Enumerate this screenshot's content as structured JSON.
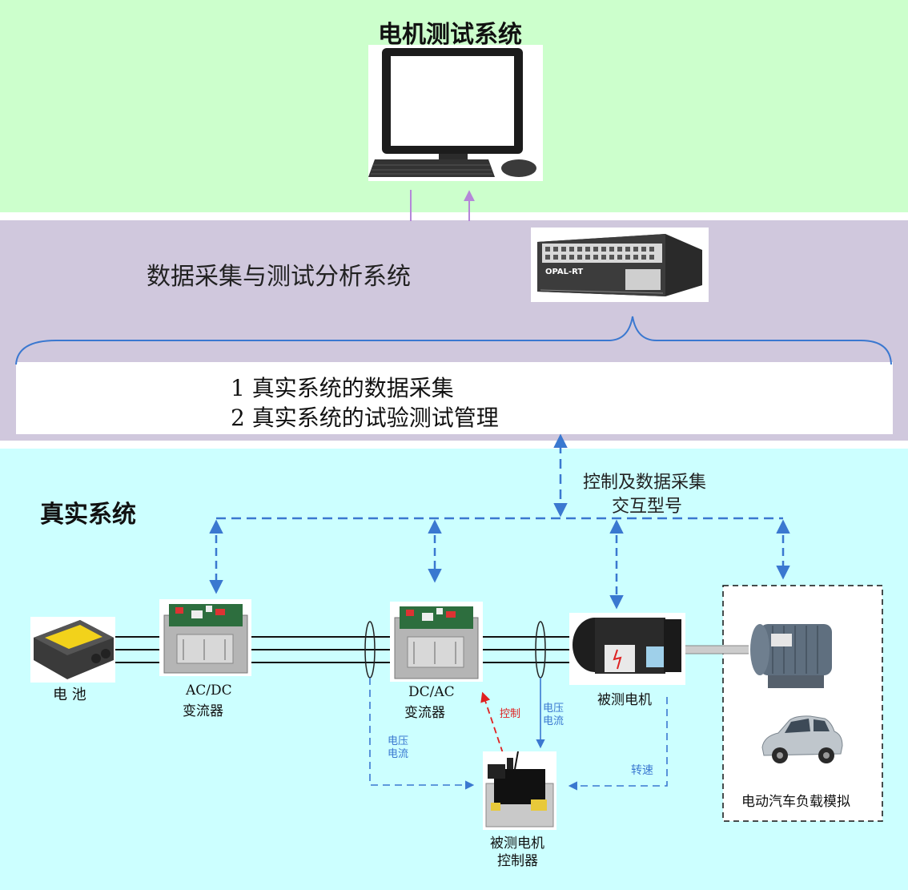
{
  "top": {
    "title": "电机测试系统",
    "color": "#ccffcc"
  },
  "middle": {
    "title": "数据采集与测试分析系统",
    "color": "#d0c8dd",
    "device_text": "OPAL-RT",
    "features": [
      "1  真实系统的数据采集",
      "2  真实系统的试验测试管理"
    ]
  },
  "bottom": {
    "title": "真实系统",
    "color": "#ccffff",
    "bus_label_line1": "控制及数据采集",
    "bus_label_line2": "交互型号",
    "components": {
      "battery": "电 池",
      "acdc_line1": "AC/DC",
      "acdc_line2": "变流器",
      "dcac_line1": "DC/AC",
      "dcac_line2": "变流器",
      "motor": "被测电机",
      "controller_line1": "被测电机",
      "controller_line2": "控制器",
      "load": "电动汽车负载模拟"
    },
    "signals": {
      "control": "控制",
      "vi_left_line1": "电压",
      "vi_left_line2": "电流",
      "vi_right_line1": "电压",
      "vi_right_line2": "电流",
      "speed": "转速"
    }
  },
  "colors": {
    "bus": "#3a78d0",
    "control": "#e02020",
    "uplink": "#b487d8",
    "signal_text": "#3a78d0"
  }
}
